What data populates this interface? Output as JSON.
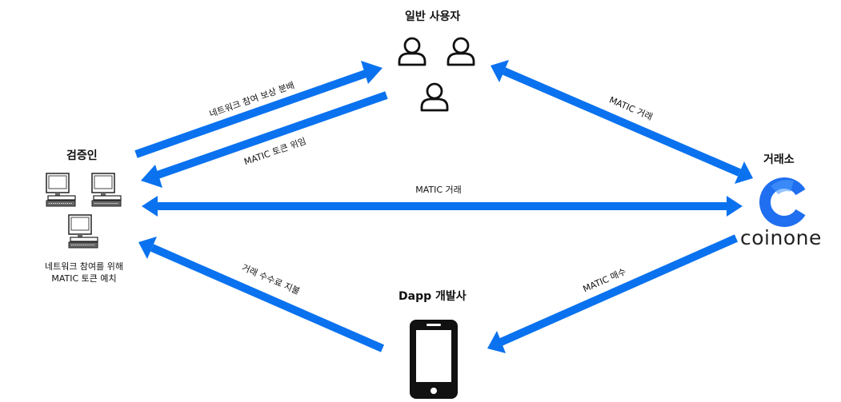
{
  "nodes": {
    "users": {
      "title": "일반 사용자"
    },
    "validators": {
      "title": "검증인",
      "caption_line1": "네트워크 참여를 위해",
      "caption_line2": "MATIC 토큰 예치"
    },
    "exchange": {
      "title": "거래소",
      "brand": "coinone"
    },
    "developer": {
      "title": "Dapp 개발사"
    }
  },
  "edges": {
    "reward_distribution": "네트워크 참여 보상 분배",
    "token_delegation": "MATIC 토큰 위임",
    "users_exchange_trade": "MATIC 거래",
    "validators_exchange_trade": "MATIC 거래",
    "fee_payment": "거래 수수료 지불",
    "matic_purchase": "MATIC 매수"
  },
  "colors": {
    "arrow": "#0a72ef",
    "icon_stroke": "#111111",
    "brand_blue": "#1f6ff0"
  }
}
